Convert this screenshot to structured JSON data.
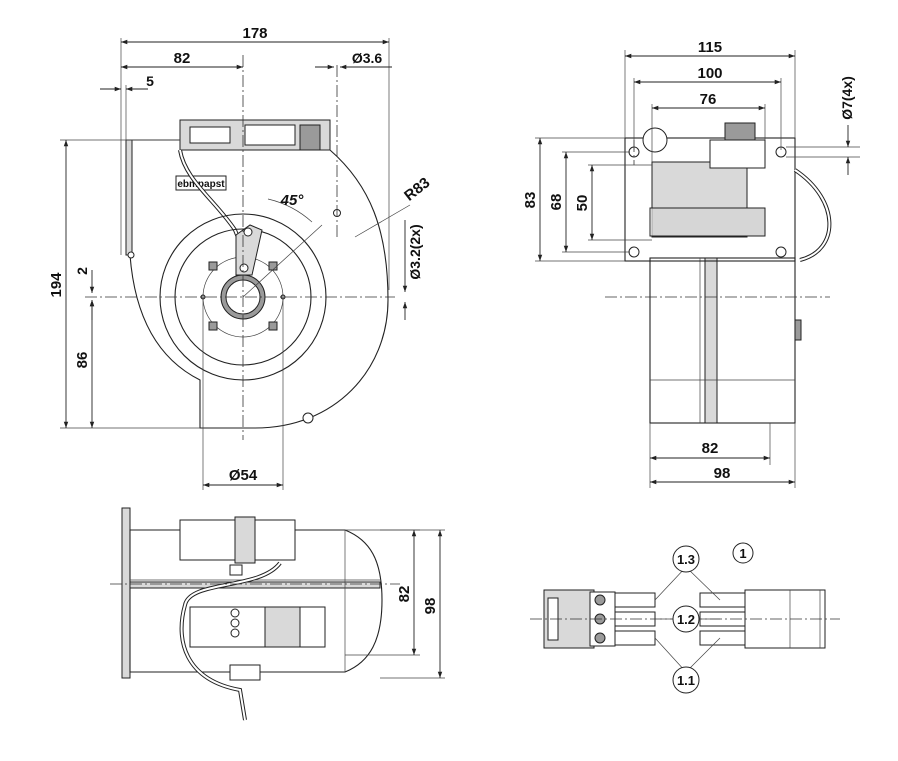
{
  "front_view": {
    "dim_total_width": "178",
    "dim_82": "82",
    "dim_5": "5",
    "dim_hole": "Ø3.6",
    "dim_height": "194",
    "dim_2": "2",
    "dim_86": "86",
    "angle": "45°",
    "radius": "R83",
    "dim_holes_2x": "Ø3.2(2x)",
    "dim_inlet": "Ø54",
    "logo": "ebmpapst"
  },
  "side_view": {
    "dim_115": "115",
    "dim_100": "100",
    "dim_76": "76",
    "dim_holes_4x": "Ø7(4x)",
    "dim_83": "83",
    "dim_68": "68",
    "dim_50": "50",
    "dim_82": "82",
    "dim_98": "98"
  },
  "bottom_view": {
    "dim_82": "82",
    "dim_98": "98"
  },
  "connector_view": {
    "label_1_3": "1.3",
    "label_1": "1",
    "label_1_2": "1.2",
    "label_1_1": "1.1"
  }
}
